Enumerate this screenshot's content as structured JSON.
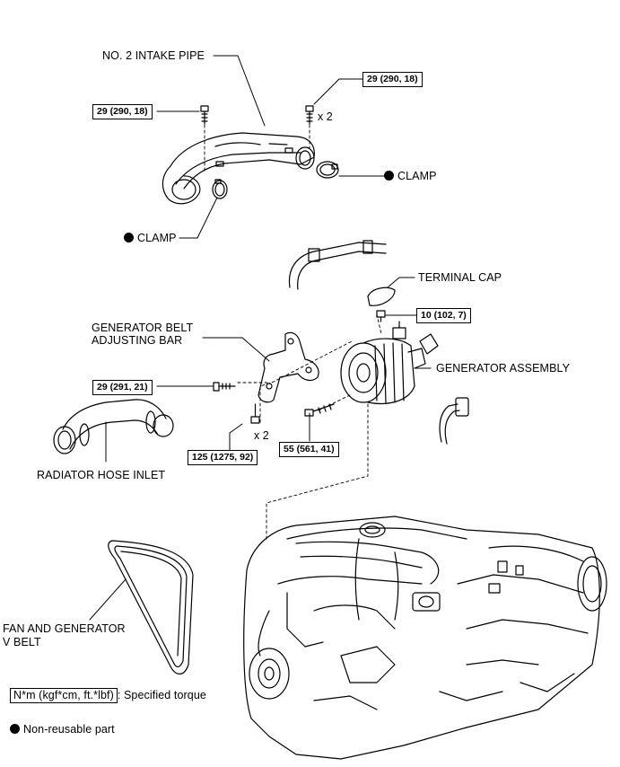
{
  "labels": {
    "intake_pipe": "NO. 2 INTAKE PIPE",
    "clamp_right": "CLAMP",
    "clamp_left": "CLAMP",
    "terminal_cap": "TERMINAL CAP",
    "adjusting_bar_line1": "GENERATOR BELT",
    "adjusting_bar_line2": "ADJUSTING BAR",
    "generator_assembly": "GENERATOR ASSEMBLY",
    "radiator_hose": "RADIATOR HOSE INLET",
    "v_belt_line1": "FAN AND GENERATOR",
    "v_belt_line2": "V BELT"
  },
  "torques": {
    "intake_left": "29 (290, 18)",
    "intake_right": "29 (290, 18)",
    "terminal": "10 (102, 7)",
    "adjusting_bar": "29 (291, 21)",
    "bar_bolt": "125 (1275, 92)",
    "generator_bolt": "55 (561, 41)"
  },
  "quantities": {
    "intake_bolts": "x 2",
    "bar_bolts": "x 2"
  },
  "legend": {
    "torque_unit": "N*m (kgf*cm, ft.*lbf)",
    "torque_desc": ": Specified torque",
    "non_reusable": "Non-reusable part"
  }
}
